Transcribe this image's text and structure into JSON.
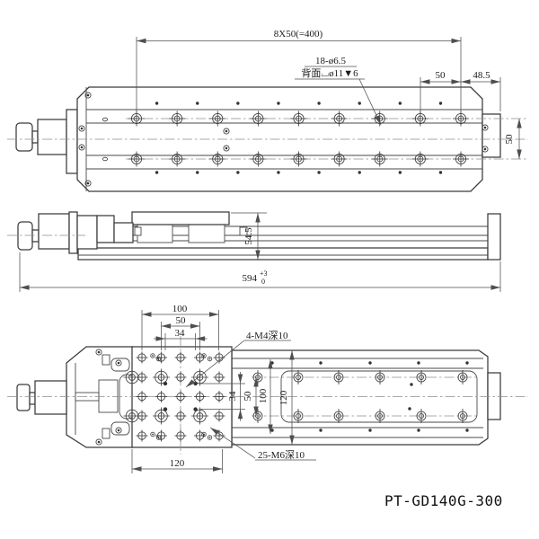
{
  "title": "PT-GD140G-300",
  "top_view": {
    "dim_hole_pitch": "8X50(=400)",
    "hole_note_line1": "18-ø6.5",
    "hole_note_line2": "背面⌴ø11▼6",
    "dim_edge_50": "50",
    "dim_edge_48_5": "48.5",
    "dim_row_spacing_50": "50"
  },
  "side_view": {
    "dim_height_54_5": "54.5",
    "dim_length_594": "594",
    "tol_upper": "+3",
    "tol_lower": "0"
  },
  "bottom_view": {
    "dim_top_100": "100",
    "dim_top_50": "50",
    "dim_top_34": "34",
    "dim_bottom_120": "120",
    "dim_vert_34": "34",
    "dim_vert_50": "50",
    "dim_vert_100": "100",
    "dim_vert_120": "120",
    "note_m4": "4-M4深10",
    "note_m6": "25-M6深10"
  }
}
